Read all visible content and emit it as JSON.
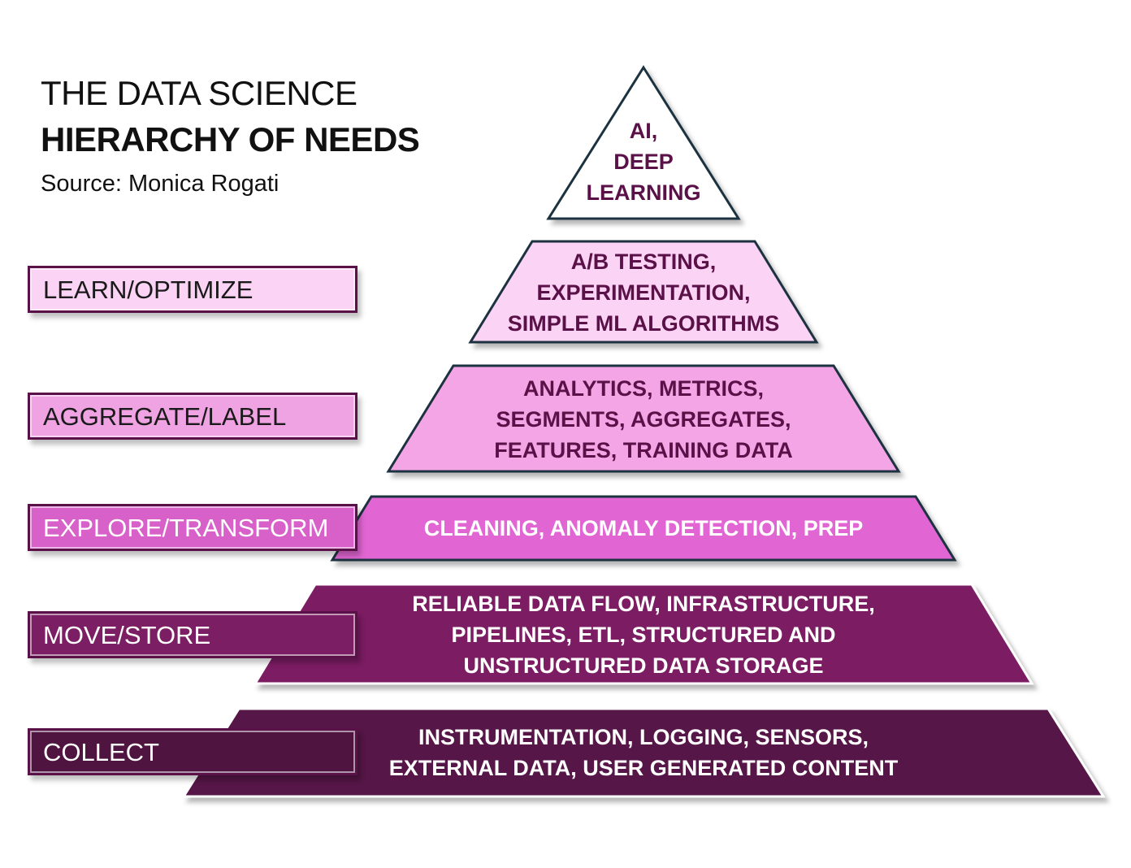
{
  "title": {
    "line1": "THE DATA SCIENCE",
    "line2": "HIERARCHY OF NEEDS",
    "source": "Source: Monica Rogati"
  },
  "stages": [
    {
      "label": "LEARN/OPTIMIZE",
      "fill": "#fbd3f4",
      "text_color": "#1a1a1a"
    },
    {
      "label": "AGGREGATE/LABEL",
      "fill": "#f0a3e3",
      "text_color": "#1a1a1a"
    },
    {
      "label": "EXPLORE/TRANSFORM",
      "fill": "#d760c9",
      "text_color": "#ffffff"
    },
    {
      "label": "MOVE/STORE",
      "fill": "#7b1e63",
      "text_color": "#ffffff"
    },
    {
      "label": "COLLECT",
      "fill": "#4f1540",
      "text_color": "#ffffff"
    }
  ],
  "layers": [
    {
      "lines": [
        "AI,",
        "DEEP",
        "LEARNING"
      ],
      "fill": "#ffffff",
      "text_color": "#5a1148"
    },
    {
      "lines": [
        "A/B TESTING,",
        "EXPERIMENTATION,",
        "SIMPLE ML ALGORITHMS"
      ],
      "fill": "#fbd3f4",
      "text_color": "#5a1148"
    },
    {
      "lines": [
        "ANALYTICS, METRICS,",
        "SEGMENTS, AGGREGATES,",
        "FEATURES, TRAINING DATA"
      ],
      "fill": "#f3a5e6",
      "text_color": "#5a1148"
    },
    {
      "lines": [
        "CLEANING, ANOMALY DETECTION, PREP"
      ],
      "fill": "#e166d3",
      "text_color": "#ffffff"
    },
    {
      "lines": [
        "RELIABLE DATA FLOW, INFRASTRUCTURE,",
        "PIPELINES, ETL, STRUCTURED AND",
        "UNSTRUCTURED DATA STORAGE"
      ],
      "fill": "#7b1e63",
      "text_color": "#ffffff"
    },
    {
      "lines": [
        "INSTRUMENTATION, LOGGING, SENSORS,",
        "EXTERNAL DATA, USER GENERATED CONTENT"
      ],
      "fill": "#561647",
      "text_color": "#ffffff"
    }
  ]
}
